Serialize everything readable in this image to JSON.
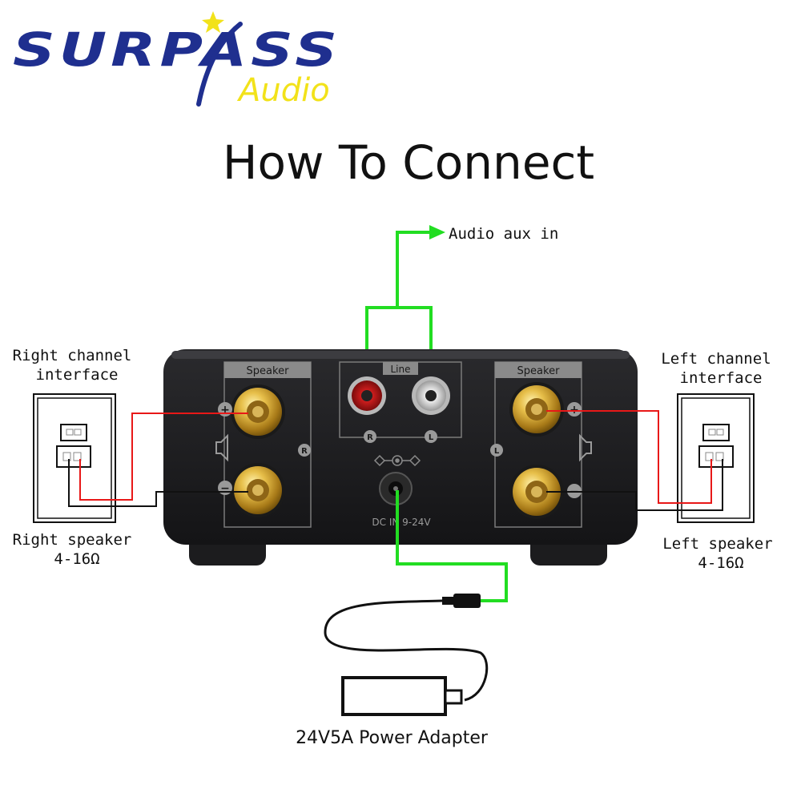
{
  "brand": {
    "name": "SURPASS",
    "sub": "Audio",
    "primary_color": "#1f2f8f",
    "accent_color": "#f2e21a"
  },
  "title": "How To Connect",
  "labels": {
    "audio_aux_in": "Audio aux in",
    "right_channel_interface": [
      "Right channel",
      "interface"
    ],
    "left_channel_interface": [
      "Left channel",
      "interface"
    ],
    "right_speaker": [
      "Right speaker",
      "4-16Ω"
    ],
    "left_speaker": [
      "Left speaker",
      "4-16Ω"
    ],
    "power_adapter": "24V5A Power Adapter"
  },
  "device": {
    "speaker_label": "Speaker",
    "line_label": "Line",
    "rca_right": "R",
    "rca_left": "L",
    "channel_right": "R",
    "channel_left": "L",
    "plus": "+",
    "minus": "−",
    "dc_label": "DC IN 9-24V"
  },
  "colors": {
    "signal_wire": "#22dd22",
    "positive_wire": "#e81818",
    "negative_wire": "#111111",
    "device_body": "#1c1c1e",
    "gold": "#c99a2e"
  }
}
